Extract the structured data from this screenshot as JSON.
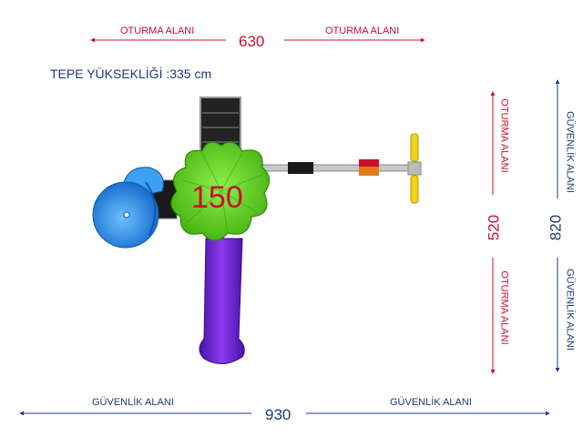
{
  "top_dimension": {
    "label_left": "OTURMA ALANI",
    "value": "630",
    "label_right": "OTURMA ALANI"
  },
  "height_note": "TEPE YÜKSEKLİĞİ :335 cm",
  "platform_label": "150",
  "right_inner_dimension": {
    "label_top": "OTURMA ALANI",
    "value": "520",
    "label_bottom": "OTURMA ALANI"
  },
  "right_outer_dimension": {
    "label_top": "GÜVENLİK ALANI",
    "value": "820",
    "label_bottom": "GÜVENLİK ALANI"
  },
  "bottom_dimension": {
    "label_left": "GÜVENLİK ALANI",
    "value": "930",
    "label_right": "GÜVENLİK ALANI"
  },
  "colors": {
    "seating_red": "#c8102e",
    "safety_navy": "#1f3a78",
    "roof_green": "#6ed42a",
    "slide_purple": "#6a22c8",
    "spiral_blue": "#1f86e8"
  }
}
